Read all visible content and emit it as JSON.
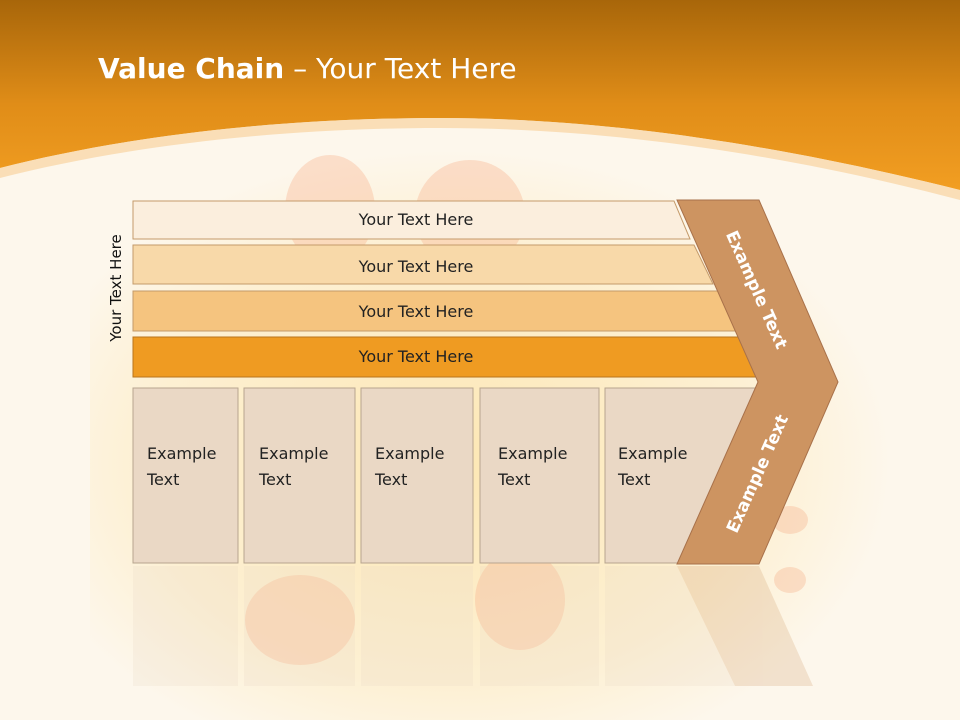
{
  "slide": {
    "title_bold": "Value Chain",
    "title_rest": " – Your Text Here"
  },
  "diagram": {
    "side_label": "Your Text Here",
    "rows": [
      {
        "label": "Your Text Here",
        "fill": "#fbeedd"
      },
      {
        "label": "Your Text Here",
        "fill": "#f8d9a9"
      },
      {
        "label": "Your Text Here",
        "fill": "#f5c47f"
      },
      {
        "label": "Your Text Here",
        "fill": "#ef9b22"
      }
    ],
    "columns": [
      {
        "line1": "Example",
        "line2": "Text"
      },
      {
        "line1": "Example",
        "line2": "Text"
      },
      {
        "line1": "Example",
        "line2": "Text"
      },
      {
        "line1": "Example",
        "line2": "Text"
      },
      {
        "line1": "Example",
        "line2": "Text"
      }
    ],
    "chevron_top_label": "Example Text",
    "chevron_bottom_label": "Example Text"
  },
  "colors": {
    "header_orange": "#ee9a1e",
    "header_dark": "#b56f0c",
    "chevron_fill": "#cd9461",
    "column_fill": "#ead8c5",
    "text": "#222222"
  }
}
